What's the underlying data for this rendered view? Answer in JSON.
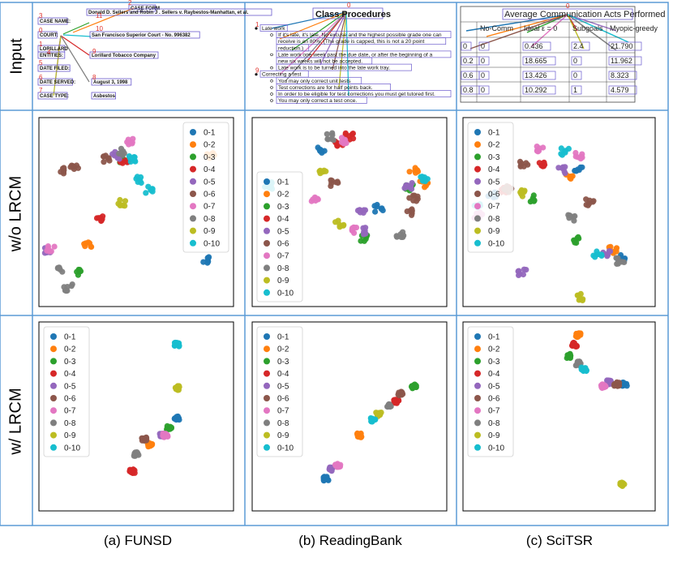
{
  "row_labels": [
    "Input",
    "w/o LRCM",
    "w/ LRCM"
  ],
  "captions": [
    "(a) FUNSD",
    "(b) ReadingBank",
    "(c) SciTSR"
  ],
  "colors": [
    "#1f77b4",
    "#ff7f0e",
    "#2ca02c",
    "#d62728",
    "#9467bd",
    "#8c564b",
    "#e377c2",
    "#7f7f7f",
    "#bcbd22",
    "#17becf"
  ],
  "frame_color": "#5b9bd5",
  "input_panels": {
    "funsd": {
      "fields": [
        {
          "id": "2",
          "text": "CASE FORM"
        },
        {
          "id": "11",
          "text": "Donald D. Sellers and Robin J . Sellers v. Raybestos-Manhattan, et al."
        },
        {
          "id": "3",
          "text": "CASE NAME:"
        },
        {
          "id": "10",
          "text": "San Francisco Superior Court - No. 996382"
        },
        {
          "id": "0",
          "text": "COURT:"
        },
        {
          "id": "1",
          "text": "LORILLARD"
        },
        {
          "id": "4",
          "text": "ENTITIES:"
        },
        {
          "id": "9",
          "text": "Lorillard Tobacco Company"
        },
        {
          "id": "5",
          "text": "DATE FILED:"
        },
        {
          "id": "8",
          "text": "August 3, 1998"
        },
        {
          "id": "6",
          "text": "DATE SERVED:"
        },
        {
          "id": "7",
          "text": "CASE TYPE:"
        },
        {
          "id": "",
          "text": "Asbestos"
        }
      ]
    },
    "readingbank": {
      "title_id": "0",
      "title": "Class Procedures",
      "lines": [
        {
          "id": "1",
          "text": "Late work"
        },
        {
          "id": "",
          "text": "If it's late, it's late. No excuse and the highest possible grade one can"
        },
        {
          "id": "",
          "text": "receive is an 80%. (The grade is capped, this is not a 20 point"
        },
        {
          "id": "",
          "text": "reduction.)"
        },
        {
          "id": "",
          "text": "Late work one week past the due date, or after the beginning of a"
        },
        {
          "id": "",
          "text": "new six weeks will not be accepted."
        },
        {
          "id": "",
          "text": "Late work is to be turned into the late work tray."
        },
        {
          "id": "9",
          "text": "Correcting a test"
        },
        {
          "id": "",
          "text": "You may only correct unit tests"
        },
        {
          "id": "",
          "text": "Test corrections are for half points back."
        },
        {
          "id": "",
          "text": "In order to be eligible for test corrections you must get tutored first."
        },
        {
          "id": "",
          "text": "You may only correct a test once."
        }
      ]
    },
    "scitsr": {
      "title_id": "0",
      "title": "Average Communication Acts Performed",
      "header": [
        "No-Comm",
        "Ideal ε = 0",
        "Subgoals",
        "Myopic-greedy"
      ],
      "rows": [
        [
          "0",
          "0",
          "0.436",
          "2.4",
          "21.790"
        ],
        [
          "0.2",
          "0",
          "18.665",
          "0",
          "11.962"
        ],
        [
          "0.6",
          "0",
          "13.426",
          "0",
          "8.323"
        ],
        [
          "0.8",
          "0",
          "10.292",
          "1",
          "4.579"
        ]
      ]
    }
  },
  "chart_data": [
    {
      "type": "scatter",
      "dataset": "FUNSD",
      "variant": "w/o LRCM",
      "xlim": [
        0,
        100
      ],
      "ylim": [
        0,
        100
      ],
      "legend_loc": "upper-right",
      "series": [
        {
          "name": "0-1",
          "clusters": [
            [
              86,
              25
            ]
          ]
        },
        {
          "name": "0-2",
          "clusters": [
            [
              25,
              33
            ],
            [
              88,
              80
            ]
          ]
        },
        {
          "name": "0-3",
          "clusters": [
            [
              20,
              18
            ],
            [
              42,
              78
            ]
          ]
        },
        {
          "name": "0-4",
          "clusters": [
            [
              32,
              47
            ],
            [
              44,
              77
            ]
          ]
        },
        {
          "name": "0-5",
          "clusters": [
            [
              5,
              30
            ],
            [
              40,
              80
            ]
          ]
        },
        {
          "name": "0-6",
          "clusters": [
            [
              12,
              72
            ],
            [
              18,
              74
            ],
            [
              35,
              78
            ]
          ]
        },
        {
          "name": "0-7",
          "clusters": [
            [
              6,
              31
            ],
            [
              47,
              87
            ]
          ]
        },
        {
          "name": "0-8",
          "clusters": [
            [
              10,
              20
            ],
            [
              15,
              10
            ],
            [
              42,
              82
            ]
          ]
        },
        {
          "name": "0-9",
          "clusters": [
            [
              43,
              55
            ]
          ]
        },
        {
          "name": "0-10",
          "clusters": [
            [
              48,
              78
            ],
            [
              52,
              67
            ],
            [
              57,
              62
            ]
          ]
        }
      ]
    },
    {
      "type": "scatter",
      "dataset": "ReadingBank",
      "variant": "w/o LRCM",
      "xlim": [
        0,
        100
      ],
      "ylim": [
        0,
        100
      ],
      "legend_loc": "lower-left",
      "series": [
        {
          "name": "0-1",
          "clusters": [
            [
              35,
              83
            ],
            [
              65,
              52
            ]
          ]
        },
        {
          "name": "0-2",
          "clusters": [
            [
              83,
              72
            ],
            [
              88,
              65
            ]
          ]
        },
        {
          "name": "0-3",
          "clusters": [
            [
              58,
              36
            ],
            [
              81,
              63
            ]
          ]
        },
        {
          "name": "0-4",
          "clusters": [
            [
              45,
              86
            ],
            [
              50,
              90
            ]
          ]
        },
        {
          "name": "0-5",
          "clusters": [
            [
              58,
              40
            ],
            [
              56,
              51
            ],
            [
              80,
              64
            ]
          ]
        },
        {
          "name": "0-6",
          "clusters": [
            [
              42,
              65
            ],
            [
              81,
              50
            ],
            [
              83,
              57
            ]
          ]
        },
        {
          "name": "0-7",
          "clusters": [
            [
              52,
              40
            ],
            [
              48,
              88
            ],
            [
              32,
              56
            ]
          ]
        },
        {
          "name": "0-8",
          "clusters": [
            [
              76,
              38
            ],
            [
              40,
              90
            ]
          ]
        },
        {
          "name": "0-9",
          "clusters": [
            [
              36,
              71
            ],
            [
              45,
              44
            ]
          ]
        },
        {
          "name": "0-10",
          "clusters": [
            [
              8,
              64
            ],
            [
              88,
              68
            ]
          ]
        }
      ]
    },
    {
      "type": "scatter",
      "dataset": "SciTSR",
      "variant": "w/o LRCM",
      "xlim": [
        0,
        100
      ],
      "ylim": [
        0,
        100
      ],
      "legend_loc": "upper-left",
      "series": [
        {
          "name": "0-1",
          "clusters": [
            [
              82,
              26
            ],
            [
              60,
              72
            ],
            [
              15,
              59
            ]
          ]
        },
        {
          "name": "0-2",
          "clusters": [
            [
              78,
              30
            ],
            [
              55,
              68
            ]
          ]
        },
        {
          "name": "0-3",
          "clusters": [
            [
              35,
              57
            ],
            [
              60,
              35
            ]
          ]
        },
        {
          "name": "0-4",
          "clusters": [
            [
              42,
              75
            ],
            [
              22,
              62
            ]
          ]
        },
        {
          "name": "0-5",
          "clusters": [
            [
              31,
              18
            ],
            [
              75,
              28
            ],
            [
              52,
              72
            ]
          ]
        },
        {
          "name": "0-6",
          "clusters": [
            [
              32,
              75
            ],
            [
              66,
              55
            ],
            [
              23,
              62
            ]
          ]
        },
        {
          "name": "0-7",
          "clusters": [
            [
              40,
              83
            ],
            [
              60,
              80
            ],
            [
              8,
              48
            ]
          ]
        },
        {
          "name": "0-8",
          "clusters": [
            [
              57,
              47
            ],
            [
              82,
              24
            ]
          ]
        },
        {
          "name": "0-9",
          "clusters": [
            [
              60,
              5
            ],
            [
              30,
              60
            ]
          ]
        },
        {
          "name": "0-10",
          "clusters": [
            [
              70,
              28
            ],
            [
              53,
              82
            ],
            [
              8,
              54
            ]
          ]
        }
      ]
    },
    {
      "type": "scatter",
      "dataset": "FUNSD",
      "variant": "w/ LRCM",
      "xlim": [
        0,
        100
      ],
      "ylim": [
        0,
        100
      ],
      "legend_loc": "upper-left",
      "series": [
        {
          "name": "0-1",
          "clusters": [
            [
              71,
              49
            ]
          ]
        },
        {
          "name": "0-2",
          "clusters": [
            [
              57,
              35
            ]
          ]
        },
        {
          "name": "0-3",
          "clusters": [
            [
              67,
              44
            ]
          ]
        },
        {
          "name": "0-4",
          "clusters": [
            [
              48,
              21
            ]
          ]
        },
        {
          "name": "0-5",
          "clusters": [
            [
              63,
              40
            ]
          ]
        },
        {
          "name": "0-6",
          "clusters": [
            [
              54,
              38
            ]
          ]
        },
        {
          "name": "0-7",
          "clusters": [
            [
              65,
              40
            ]
          ]
        },
        {
          "name": "0-8",
          "clusters": [
            [
              50,
              30
            ]
          ]
        },
        {
          "name": "0-9",
          "clusters": [
            [
              71,
              65
            ]
          ]
        },
        {
          "name": "0-10",
          "clusters": [
            [
              71,
              88
            ]
          ]
        }
      ]
    },
    {
      "type": "scatter",
      "dataset": "ReadingBank",
      "variant": "w/ LRCM",
      "xlim": [
        0,
        100
      ],
      "ylim": [
        0,
        100
      ],
      "legend_loc": "upper-left",
      "series": [
        {
          "name": "0-1",
          "clusters": [
            [
              38,
              17
            ]
          ]
        },
        {
          "name": "0-2",
          "clusters": [
            [
              55,
              40
            ]
          ]
        },
        {
          "name": "0-3",
          "clusters": [
            [
              83,
              66
            ]
          ]
        },
        {
          "name": "0-4",
          "clusters": [
            [
              74,
              58
            ]
          ]
        },
        {
          "name": "0-5",
          "clusters": [
            [
              40,
              22
            ]
          ]
        },
        {
          "name": "0-6",
          "clusters": [
            [
              76,
              62
            ]
          ]
        },
        {
          "name": "0-7",
          "clusters": [
            [
              44,
              24
            ]
          ]
        },
        {
          "name": "0-8",
          "clusters": [
            [
              70,
              56
            ]
          ]
        },
        {
          "name": "0-9",
          "clusters": [
            [
              65,
              51
            ]
          ]
        },
        {
          "name": "0-10",
          "clusters": [
            [
              62,
              48
            ]
          ]
        }
      ]
    },
    {
      "type": "scatter",
      "dataset": "SciTSR",
      "variant": "w/ LRCM",
      "xlim": [
        0,
        100
      ],
      "ylim": [
        0,
        100
      ],
      "legend_loc": "upper-left",
      "series": [
        {
          "name": "0-1",
          "clusters": [
            [
              84,
              67
            ]
          ]
        },
        {
          "name": "0-2",
          "clusters": [
            [
              60,
              93
            ]
          ]
        },
        {
          "name": "0-3",
          "clusters": [
            [
              55,
              82
            ]
          ]
        },
        {
          "name": "0-4",
          "clusters": [
            [
              58,
              88
            ]
          ]
        },
        {
          "name": "0-5",
          "clusters": [
            [
              76,
              68
            ]
          ]
        },
        {
          "name": "0-6",
          "clusters": [
            [
              80,
              67
            ]
          ]
        },
        {
          "name": "0-7",
          "clusters": [
            [
              73,
              66
            ]
          ]
        },
        {
          "name": "0-8",
          "clusters": [
            [
              60,
              78
            ]
          ]
        },
        {
          "name": "0-9",
          "clusters": [
            [
              83,
              14
            ]
          ]
        },
        {
          "name": "0-10",
          "clusters": [
            [
              63,
              75
            ]
          ]
        }
      ]
    }
  ]
}
